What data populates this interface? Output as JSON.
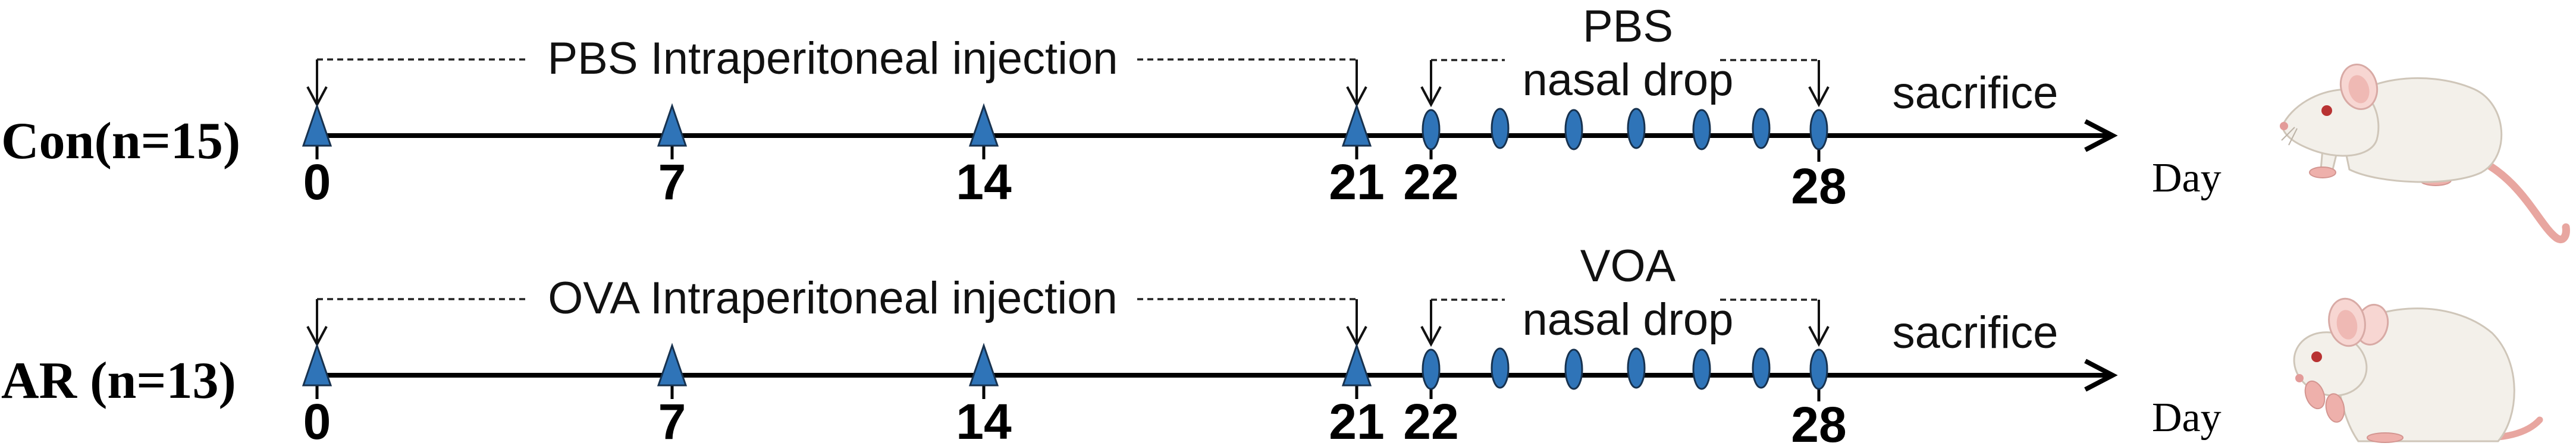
{
  "rows": [
    {
      "group_label": "Con(n=15)",
      "injection_label": "PBS Intraperitoneal injection",
      "nasal_agent": "PBS",
      "nasal_label": "nasal drop",
      "end_label": "sacrifice",
      "axis_unit": "Day",
      "day_labels": [
        "0",
        "7",
        "14",
        "21",
        "22",
        "28"
      ]
    },
    {
      "group_label": "AR (n=13)",
      "injection_label": "OVA Intraperitoneal injection",
      "nasal_agent": "VOA",
      "nasal_label": "nasal drop",
      "end_label": "sacrifice",
      "axis_unit": "Day",
      "day_labels": [
        "0",
        "7",
        "14",
        "21",
        "22",
        "28"
      ]
    }
  ],
  "colors": {
    "marker_fill": "#2f74b8",
    "marker_stroke": "#17324f",
    "axis": "#000000",
    "mouse_fur": "#f3f0ea",
    "mouse_pink": "#eeb0ab"
  },
  "icons": {
    "injection_marker": "triangle-marker-icon",
    "drop_marker": "ellipse-marker-icon",
    "arrow": "down-arrow-icon",
    "subject": "mouse-icon"
  }
}
